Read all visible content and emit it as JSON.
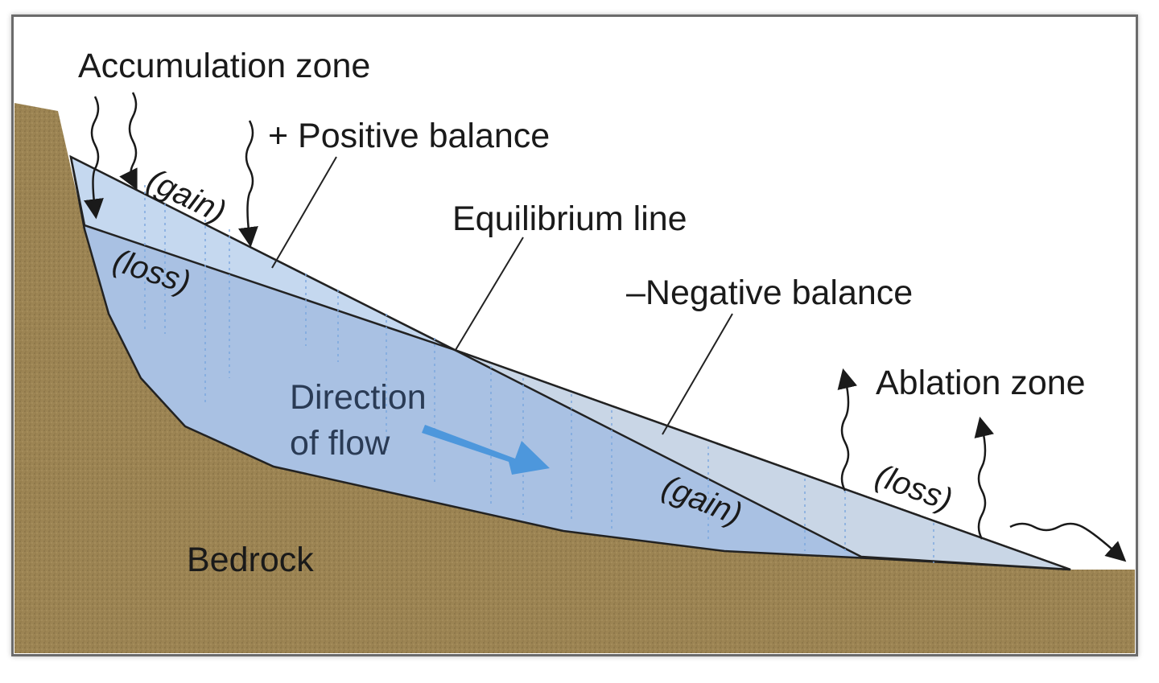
{
  "labels": {
    "accumulation_zone": "Accumulation zone",
    "positive_balance": "+ Positive balance",
    "gain_top": "(gain)",
    "loss_left": "(loss)",
    "equilibrium_line": "Equilibrium line",
    "negative_balance": "–Negative balance",
    "direction_line1": "Direction",
    "direction_line2": "of flow",
    "ablation_zone": "Ablation zone",
    "gain_bottom": "(gain)",
    "loss_right": "(loss)",
    "bedrock": "Bedrock"
  },
  "colors": {
    "bedrock": "#9c8453",
    "ice_main": "#a9c1e3",
    "ice_accum": "#c5d8ef",
    "ice_ablation": "#c9d6e6",
    "flow_arrow": "#4d97dc",
    "line": "#222222"
  }
}
